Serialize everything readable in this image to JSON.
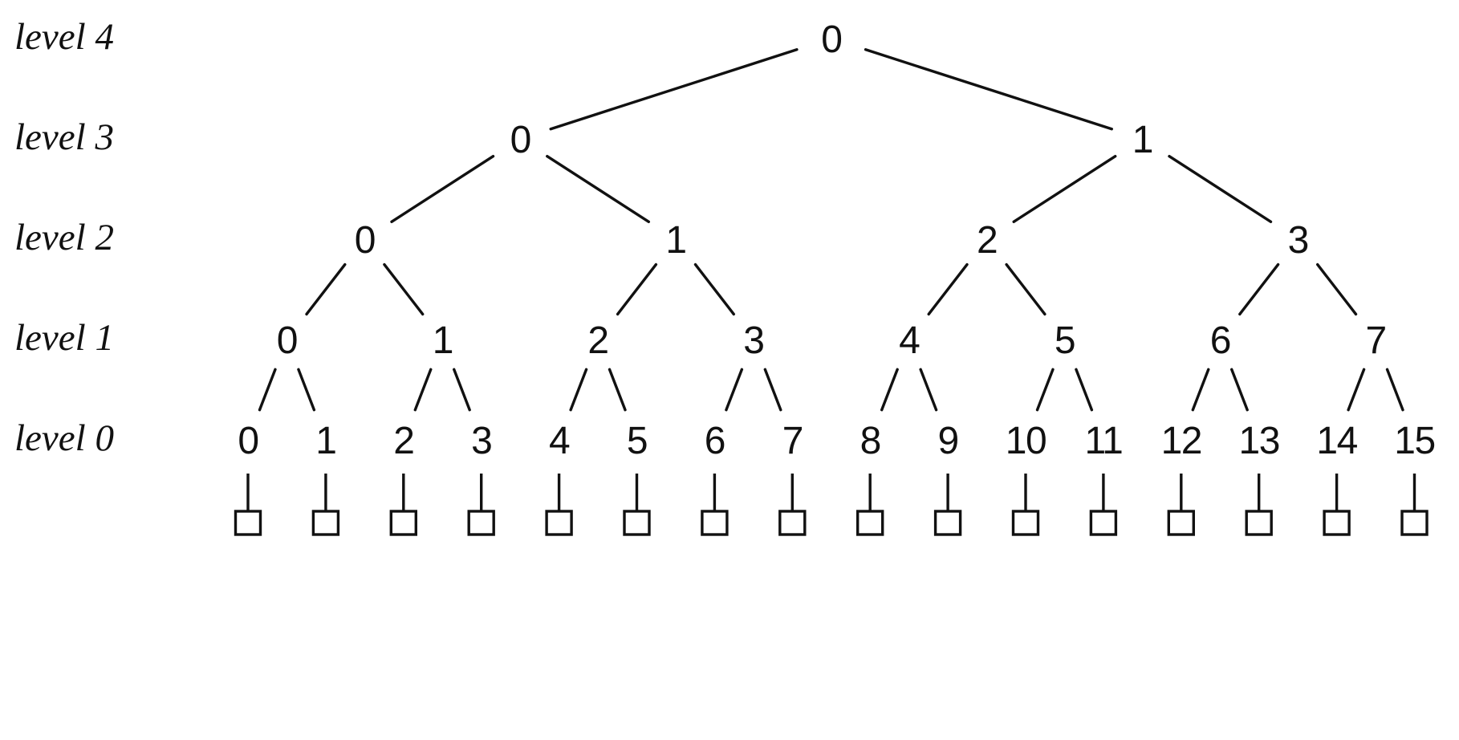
{
  "figure": {
    "background_color": "#ffffff",
    "ink_color": "#111111",
    "levels": [
      {
        "label": "level 4",
        "nodes": [
          "0"
        ]
      },
      {
        "label": "level 3",
        "nodes": [
          "0",
          "1"
        ]
      },
      {
        "label": "level 2",
        "nodes": [
          "0",
          "1",
          "2",
          "3"
        ]
      },
      {
        "label": "level 1",
        "nodes": [
          "0",
          "1",
          "2",
          "3",
          "4",
          "5",
          "6",
          "7"
        ]
      },
      {
        "label": "level 0",
        "nodes": [
          "0",
          "1",
          "2",
          "3",
          "4",
          "5",
          "6",
          "7",
          "8",
          "9",
          "10",
          "11",
          "12",
          "13",
          "14",
          "15"
        ]
      }
    ],
    "terminal_boxes": 16
  }
}
